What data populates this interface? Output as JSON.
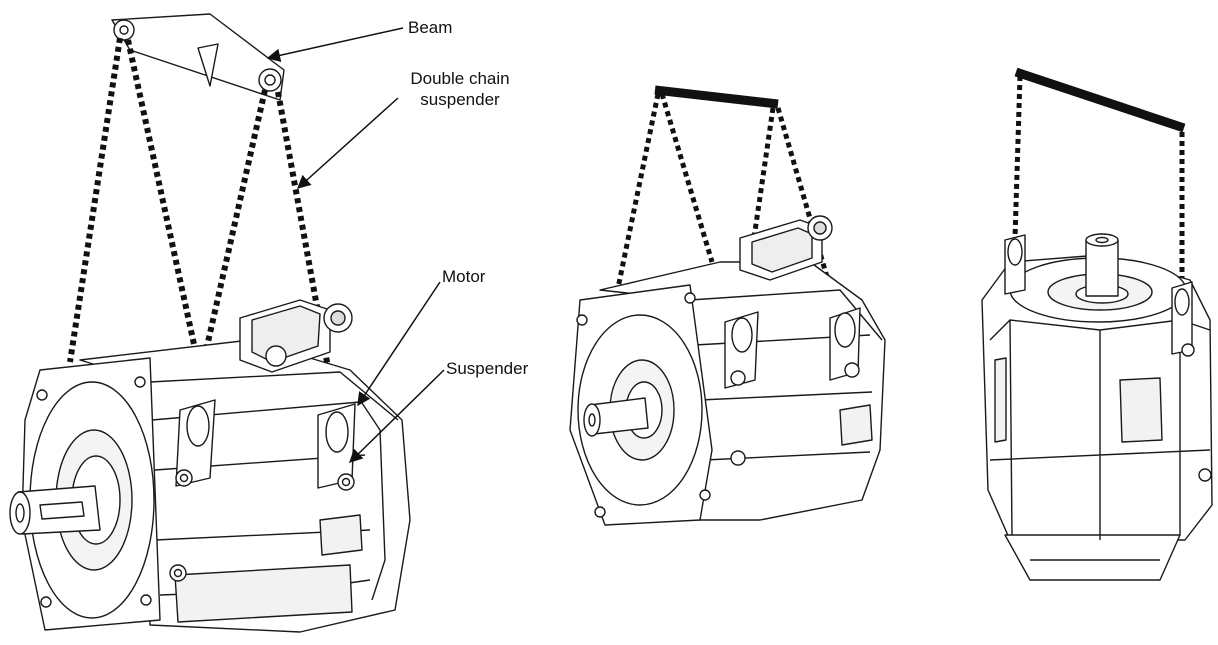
{
  "labels": {
    "beam": "Beam",
    "double_chain": "Double chain\nsuspender",
    "motor": "Motor",
    "suspender": "Suspender"
  },
  "figures": [
    {
      "name": "figure-1-beam-lift",
      "description_key": "beam"
    },
    {
      "name": "figure-2-horizontal-lift"
    },
    {
      "name": "figure-3-vertical-lift"
    }
  ],
  "colors": {
    "line": "#1a1a1a",
    "fill": "#ffffff",
    "shade": "#eeeeee",
    "bar": "#111111"
  }
}
